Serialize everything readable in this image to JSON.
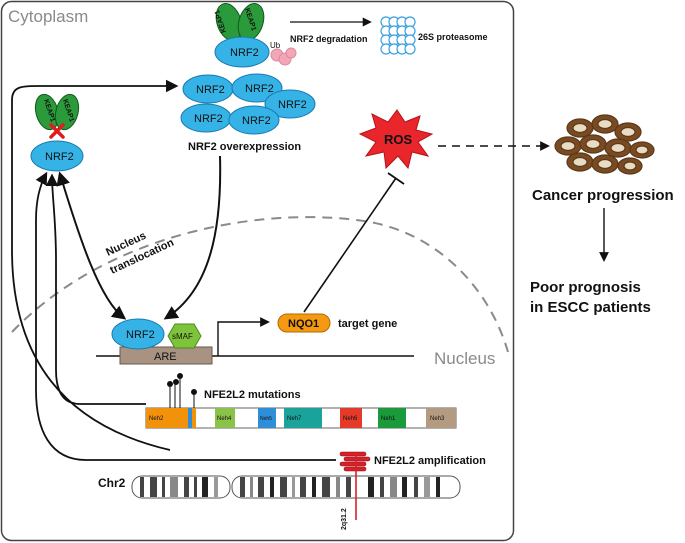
{
  "regions": {
    "cytoplasm": "Cytoplasm",
    "nucleus": "Nucleus"
  },
  "proteins": {
    "keap1": "KEAP1",
    "nrf2": "NRF2",
    "ub": "Ub",
    "smaf": "sMAF",
    "are": "ARE",
    "nqo1": "NQO1",
    "ros": "ROS"
  },
  "labels": {
    "nrf2_degradation": "NRF2 degradation",
    "proteasome": "26S proteasome",
    "nrf2_overexpression": "NRF2 overexpression",
    "nucleus_translocation_1": "Nucleus",
    "nucleus_translocation_2": "translocation",
    "target_gene": "target gene",
    "nfe2l2_mutations": "NFE2L2 mutations",
    "nfe2l2_amplification": "NFE2L2 amplification",
    "chr2": "Chr2",
    "band": "2q31.2",
    "cancer_progression": "Cancer progression",
    "poor_prognosis_1": "Poor prognosis",
    "poor_prognosis_2": "in ESCC patients"
  },
  "domains": [
    {
      "name": "Neh2",
      "color": "#f2920a"
    },
    {
      "name": "Neh4",
      "color": "#8bc34a"
    },
    {
      "name": "Neh5",
      "color": "#2e8fd8"
    },
    {
      "name": "Neh7",
      "color": "#1aa39a"
    },
    {
      "name": "Neh6",
      "color": "#e53a2a"
    },
    {
      "name": "Neh1",
      "color": "#1a9a3a"
    },
    {
      "name": "Neh3",
      "color": "#b59a82"
    }
  ],
  "colors": {
    "nrf2": "#35b3e6",
    "keap1": "#2a9a3a",
    "ros": "#e8262c",
    "nqo1": "#f39a12",
    "smaf": "#7ec43a",
    "are": "#a89282",
    "ub": "#f2a6b6",
    "proteasome": "#3aa0e0",
    "amplification": "#d9212a"
  }
}
